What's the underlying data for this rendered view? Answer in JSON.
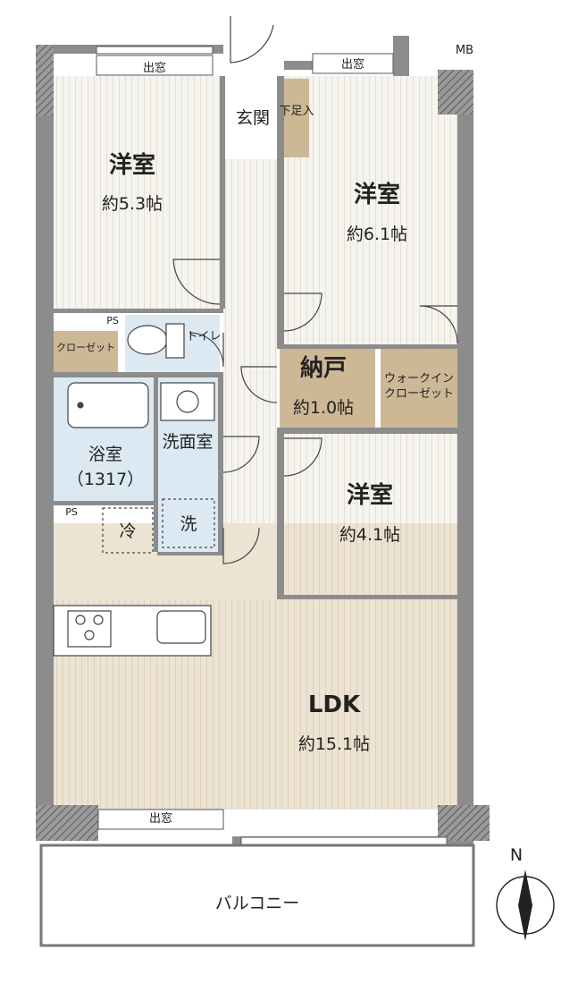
{
  "rooms": {
    "bedroom_nw": {
      "name": "洋室",
      "area": "約5.3帖"
    },
    "bedroom_ne": {
      "name": "洋室",
      "area": "約6.1帖"
    },
    "bedroom_mid": {
      "name": "洋室",
      "area": "約4.1帖"
    },
    "storage": {
      "name": "納戸",
      "area": "約1.0帖"
    },
    "ldk": {
      "name": "LDK",
      "area": "約15.1帖"
    },
    "bath": {
      "name": "浴室",
      "size": "（1317）"
    },
    "washroom": {
      "name": "洗面室"
    },
    "toilet": {
      "name": "トイレ"
    },
    "entrance": {
      "name": "玄関"
    },
    "shoe_box": {
      "name": "下足入"
    },
    "closet": {
      "name": "クローゼット"
    },
    "walk_in": {
      "line1": "ウォークイン",
      "line2": "クローゼット"
    },
    "balcony": {
      "name": "バルコニー"
    }
  },
  "fixtures": {
    "bay_window": "出窓",
    "pipe_space": "PS",
    "meter_box": "MB",
    "fridge": "冷",
    "washer": "洗"
  },
  "compass": {
    "label": "N"
  },
  "colors": {
    "wall": "#8c8c8c",
    "floor_wood": "#f6f4ee",
    "floor_ldk": "#ece3d3",
    "storage": "#cdb896",
    "wet": "#dce9f3"
  }
}
